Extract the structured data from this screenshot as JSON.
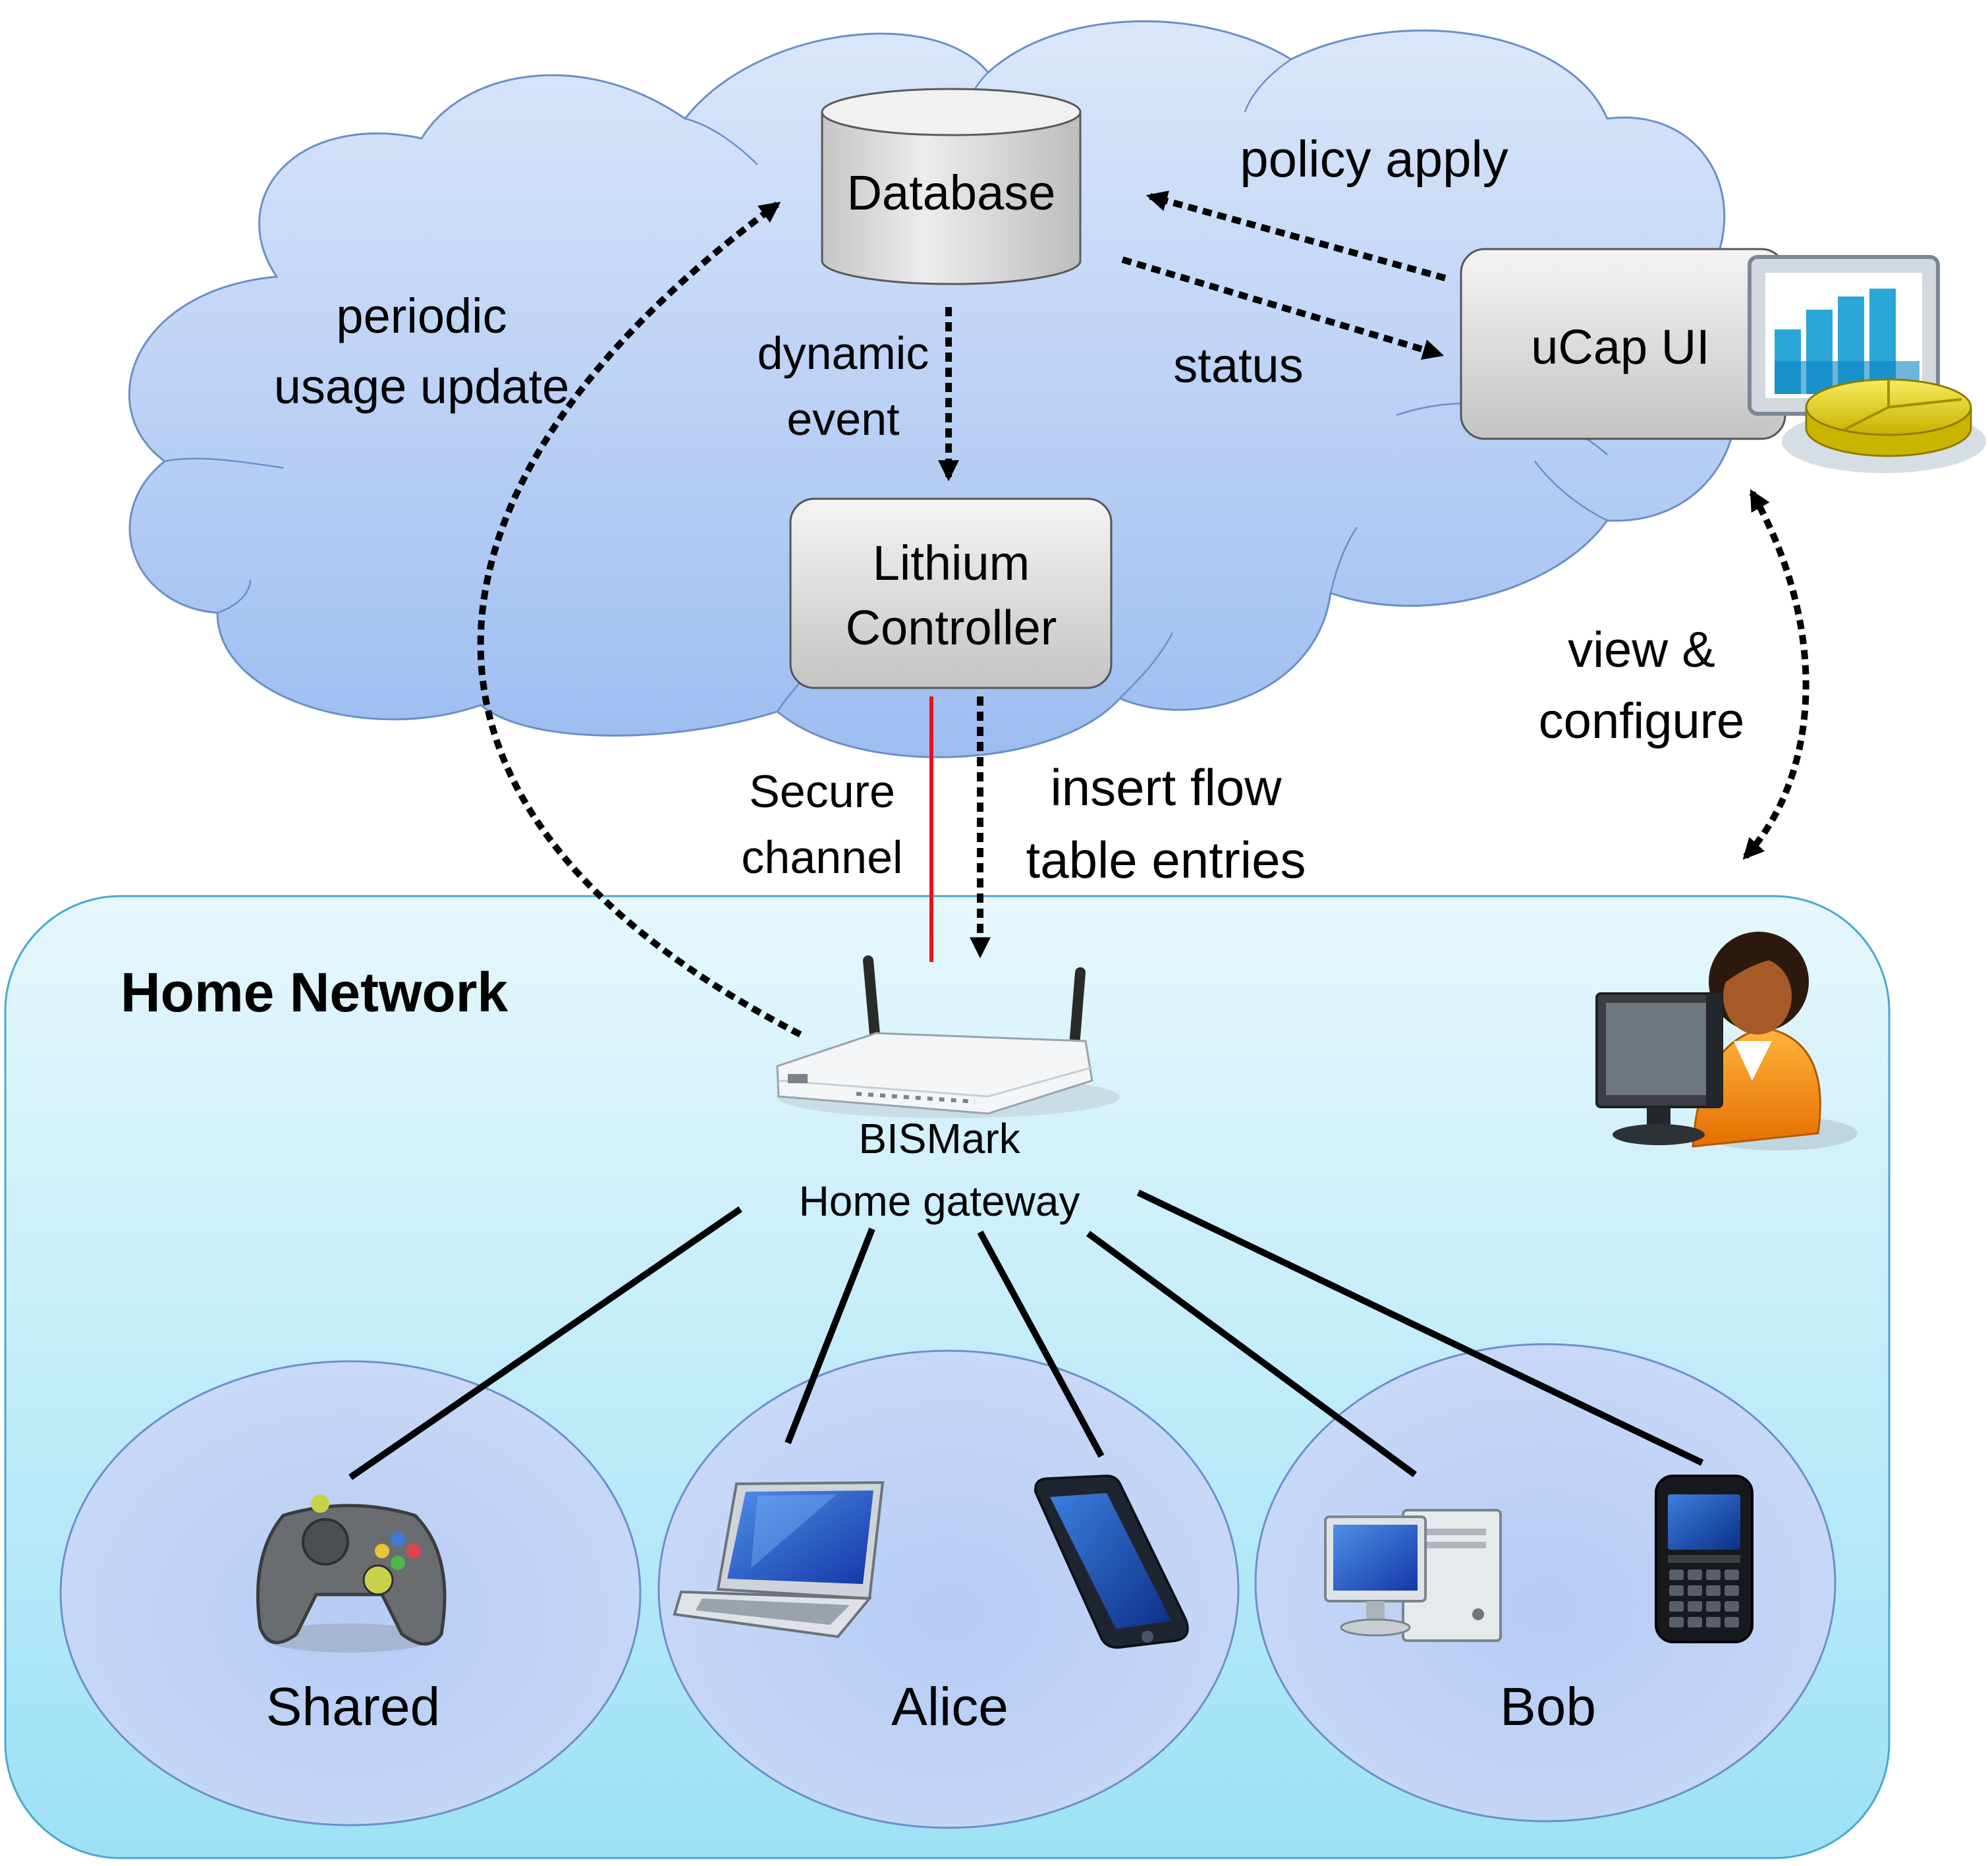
{
  "cloud": {
    "database_label": "Database",
    "controller_label_line1": "Lithium",
    "controller_label_line2": "Controller",
    "ucap_label": "uCap UI",
    "edge_periodic_line1": "periodic",
    "edge_periodic_line2": "usage update",
    "edge_dynamic_line1": "dynamic",
    "edge_dynamic_line2": "event",
    "edge_policy": "policy apply",
    "edge_status": "status"
  },
  "links": {
    "view_line1": "view &",
    "view_line2": "configure",
    "secure_line1": "Secure",
    "secure_line2": "channel",
    "insert_line1": "insert flow",
    "insert_line2": "table entries"
  },
  "home": {
    "title": "Home Network",
    "gateway_line1": "BISMark",
    "gateway_line2": "Home gateway",
    "group_shared": "Shared",
    "group_alice": "Alice",
    "group_bob": "Bob"
  },
  "colors": {
    "cloud_top": "#dbe7fb",
    "cloud_bottom": "#9fbff0",
    "home_top": "#e4f7fd",
    "home_bottom": "#9fe2f7",
    "secure_channel": "#e8111a",
    "arrow": "#000000"
  },
  "icons": [
    "database-icon",
    "chart-monitor-icon",
    "router-icon",
    "user-at-computer-icon",
    "gamepad-icon",
    "laptop-icon",
    "smartphone-icon",
    "desktop-computer-icon",
    "blackberry-phone-icon"
  ]
}
